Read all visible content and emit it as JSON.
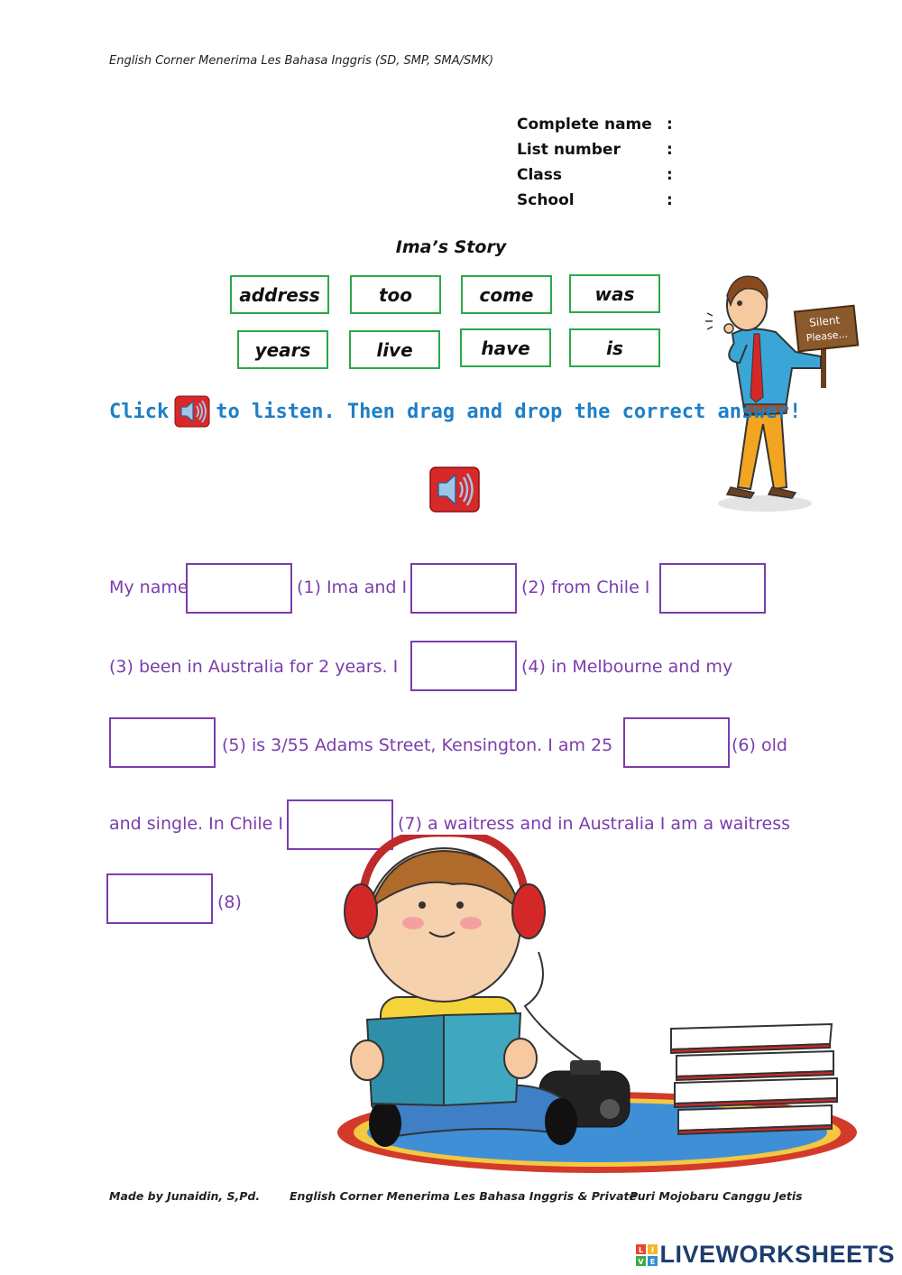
{
  "header_note": "English Corner Menerima Les Bahasa Inggris (SD, SMP, SMA/SMK)",
  "info_fields": [
    {
      "label": "Complete name",
      "colon": ":"
    },
    {
      "label": "List number",
      "colon": ":"
    },
    {
      "label": "Class",
      "colon": ":"
    },
    {
      "label": "School",
      "colon": ":"
    }
  ],
  "story_title": "Ima’s Story",
  "word_bank": [
    "address",
    "too",
    "come",
    "was",
    "years",
    "live",
    "have",
    "is"
  ],
  "instruction": {
    "before": "Click",
    "after": "to listen. Then drag and drop the correct answer!",
    "color": "#1f7fc6"
  },
  "sign": {
    "line1": "Silent",
    "line2": "Please..."
  },
  "story_segments": [
    "My name",
    "(1) Ima and I",
    "(2) from Chile I",
    "(3) been in Australia for 2 years. I",
    "(4) in Melbourne and my",
    "(5) is 3/55 Adams Street, Kensington. I am 25",
    "(6) old",
    "and single. In Chile I",
    "(7) a waitress and in Australia I am a waitress",
    "(8)"
  ],
  "footer": {
    "made_by": "Made by Junaidin, S,Pd.",
    "middle": "English Corner Menerima Les Bahasa Inggris & Private",
    "address": "Puri Mojobaru Canggu Jetis"
  },
  "brand": {
    "name": "LIVEWORKSHEETS",
    "logo_letters": [
      "L",
      "I",
      "V",
      "E"
    ]
  },
  "colors": {
    "word_border": "#2aa84a",
    "story_text": "#7a3dad",
    "instruction": "#1f7fc6",
    "speaker": "#d8282a",
    "brand": "#1c3d6e"
  }
}
